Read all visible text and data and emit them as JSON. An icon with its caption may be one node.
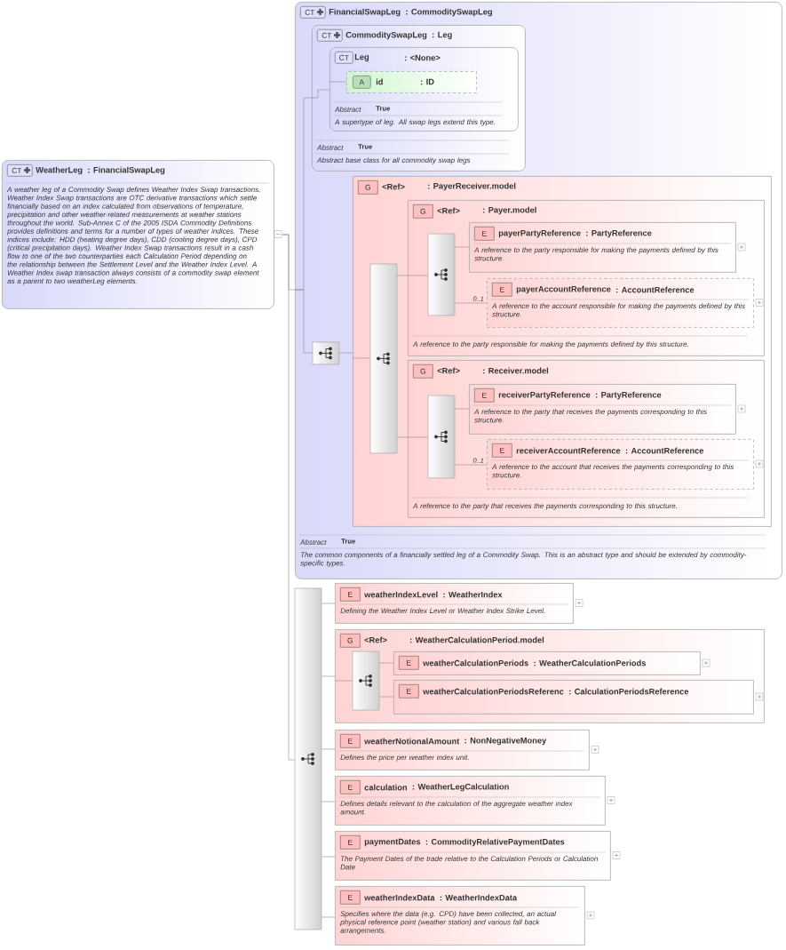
{
  "diagram": {
    "nodes": [
      {
        "text": [
          "CT",
          "WeatherLeg",
          ": FinancialSwapLeg",
          "A weather leg of a Commodity Swap defines Weather Index Swap transactions. Weather Index Swap transactions are OTC derivative transactions which settle financially based on an index calculated from observations of temperature, precipitation and other weather-related measurements at weather stations throughout the world. Sub-Annex C of the 2005 ISDA Commodity Definitions provides definitions and terms for a number of types of weather indices. These indices include: HDD (heating degree days), CDD (cooling degree days), CPD (critical precipitation days). Weather Index Swap transactions result in a cash flow to one of the two counterparties each Calculation Period depending on the relationship between the Settlement Level and the Weather Index Level. A Weather Index swap transaction always consists of a commodity swap element as a parent to two weatherLeg elements."
        ]
      },
      {
        "text": [
          "CT",
          "FinancialSwapLeg",
          ": CommoditySwapLeg",
          "Abstract",
          "True",
          "The common components of a financially settled leg of a Commodity Swap. This is an abstract type and should be extended by commodity-specific types."
        ]
      },
      {
        "text": [
          "CT",
          "CommoditySwapLeg",
          ": Leg",
          "Abstract",
          "True",
          "Abstract base class for all commodity swap legs"
        ],
        "in": 1
      },
      {
        "text": [
          "CT",
          "Leg",
          ": <None>",
          "Abstract",
          "True",
          "A supertype of leg. All swap legs extend this type."
        ],
        "in": 2
      },
      {
        "text": [
          "A",
          "id",
          ": ID"
        ],
        "in": 3
      },
      {
        "text": [],
        "shape": "box",
        "in": 1
      },
      {
        "text": [
          "G",
          "<Ref>",
          ": PayerReceiver.model"
        ],
        "in": 1
      },
      {
        "text": [],
        "shape": "box",
        "in": 6
      },
      {
        "text": [
          "G",
          "<Ref>",
          ": Payer.model",
          "A reference to the party responsible for making the payments defined by this structure."
        ],
        "in": 6
      },
      {
        "text": [],
        "shape": "box",
        "in": 8
      },
      {
        "text": [
          "E",
          "payerPartyReference",
          ": PartyReference",
          "A reference to the party responsible for making the payments defined by this structure."
        ],
        "in": 8
      },
      {
        "text": [
          "E",
          "payerAccountReference",
          ": AccountReference",
          "A reference to the account responsible for making the payments defined by this structure."
        ],
        "in": 8
      },
      {
        "text": [
          "G",
          "<Ref>",
          ": Receiver.model",
          "A reference to the party that receives the payments corresponding to this structure."
        ],
        "in": 6
      },
      {
        "text": [],
        "shape": "box",
        "in": 12
      },
      {
        "text": [
          "E",
          "receiverPartyReference",
          ": PartyReference",
          "A reference to the party that receives the payments corresponding to this structure."
        ],
        "in": 12
      },
      {
        "text": [
          "E",
          "receiverAccountReference",
          ": AccountReference",
          "A reference to the account that receives the payments corresponding to this structure."
        ],
        "in": 12
      },
      {
        "text": [],
        "shape": "box"
      },
      {
        "text": [
          "E",
          "weatherIndexLevel",
          ": WeatherIndex",
          "Defining the Weather Index Level or Weather Index Strike Level."
        ]
      },
      {
        "text": [
          "G",
          "<Ref>",
          ": WeatherCalculationPeriod.model"
        ]
      },
      {
        "text": [],
        "shape": "box",
        "in": 18
      },
      {
        "text": [
          "E",
          "weatherCalculationPeriods",
          ": WeatherCalculationPeriods"
        ],
        "in": 18
      },
      {
        "text": [
          "E",
          "weatherCalculationPeriodsReferenc",
          ": CalculationPeriodsReference"
        ],
        "in": 18
      },
      {
        "text": [
          "E",
          "weatherNotionalAmount",
          ": NonNegativeMoney",
          "Defines the price per weather index unit."
        ]
      },
      {
        "text": [
          "E",
          "calculation",
          ": WeatherLegCalculation",
          "Defines details relevant to the calculation of the aggregate weather index amount."
        ]
      },
      {
        "text": [
          "E",
          "paymentDates",
          ": CommodityRelativePaymentDates",
          "The Payment Dates of the trade relative to the Calculation Periods or Calculation Date"
        ]
      },
      {
        "text": [
          "E",
          "weatherIndexData",
          ": WeatherIndexData",
          "Specifies where the data (e.g. CPD) have been collected, an actual physical reference point (weather station) and various fall back arrangements."
        ]
      }
    ],
    "edges": [
      {
        "from": 0,
        "to": 1,
        "arrow": "none"
      },
      {
        "from": 0,
        "to": 16,
        "arrow": "none"
      },
      {
        "from": 1,
        "to": 2,
        "arrow": "none"
      },
      {
        "from": 1,
        "to": 5,
        "arrow": "none"
      },
      {
        "from": 2,
        "to": 3,
        "arrow": "none"
      },
      {
        "from": 3,
        "to": 4,
        "arrow": "none"
      },
      {
        "from": 5,
        "to": 6,
        "arrow": "none"
      },
      {
        "from": 6,
        "to": 7,
        "arrow": "none"
      },
      {
        "from": 7,
        "to": 8,
        "arrow": "none"
      },
      {
        "from": 7,
        "to": 12,
        "arrow": "none"
      },
      {
        "from": 8,
        "to": 9,
        "arrow": "none"
      },
      {
        "from": 9,
        "to": 10,
        "arrow": "none"
      },
      {
        "from": 9,
        "to": 11,
        "arrow": "none",
        "label": "0..1"
      },
      {
        "from": 12,
        "to": 13,
        "arrow": "none"
      },
      {
        "from": 13,
        "to": 14,
        "arrow": "none"
      },
      {
        "from": 13,
        "to": 15,
        "arrow": "none",
        "label": "0..1"
      },
      {
        "from": 16,
        "to": 17,
        "arrow": "none"
      },
      {
        "from": 16,
        "to": 18,
        "arrow": "none"
      },
      {
        "from": 16,
        "to": 22,
        "arrow": "none"
      },
      {
        "from": 16,
        "to": 23,
        "arrow": "none"
      },
      {
        "from": 16,
        "to": 24,
        "arrow": "none"
      },
      {
        "from": 16,
        "to": 25,
        "arrow": "none"
      },
      {
        "from": 18,
        "to": 19,
        "arrow": "none"
      },
      {
        "from": 19,
        "to": 20,
        "arrow": "none"
      },
      {
        "from": 19,
        "to": 21,
        "arrow": "none"
      }
    ]
  }
}
